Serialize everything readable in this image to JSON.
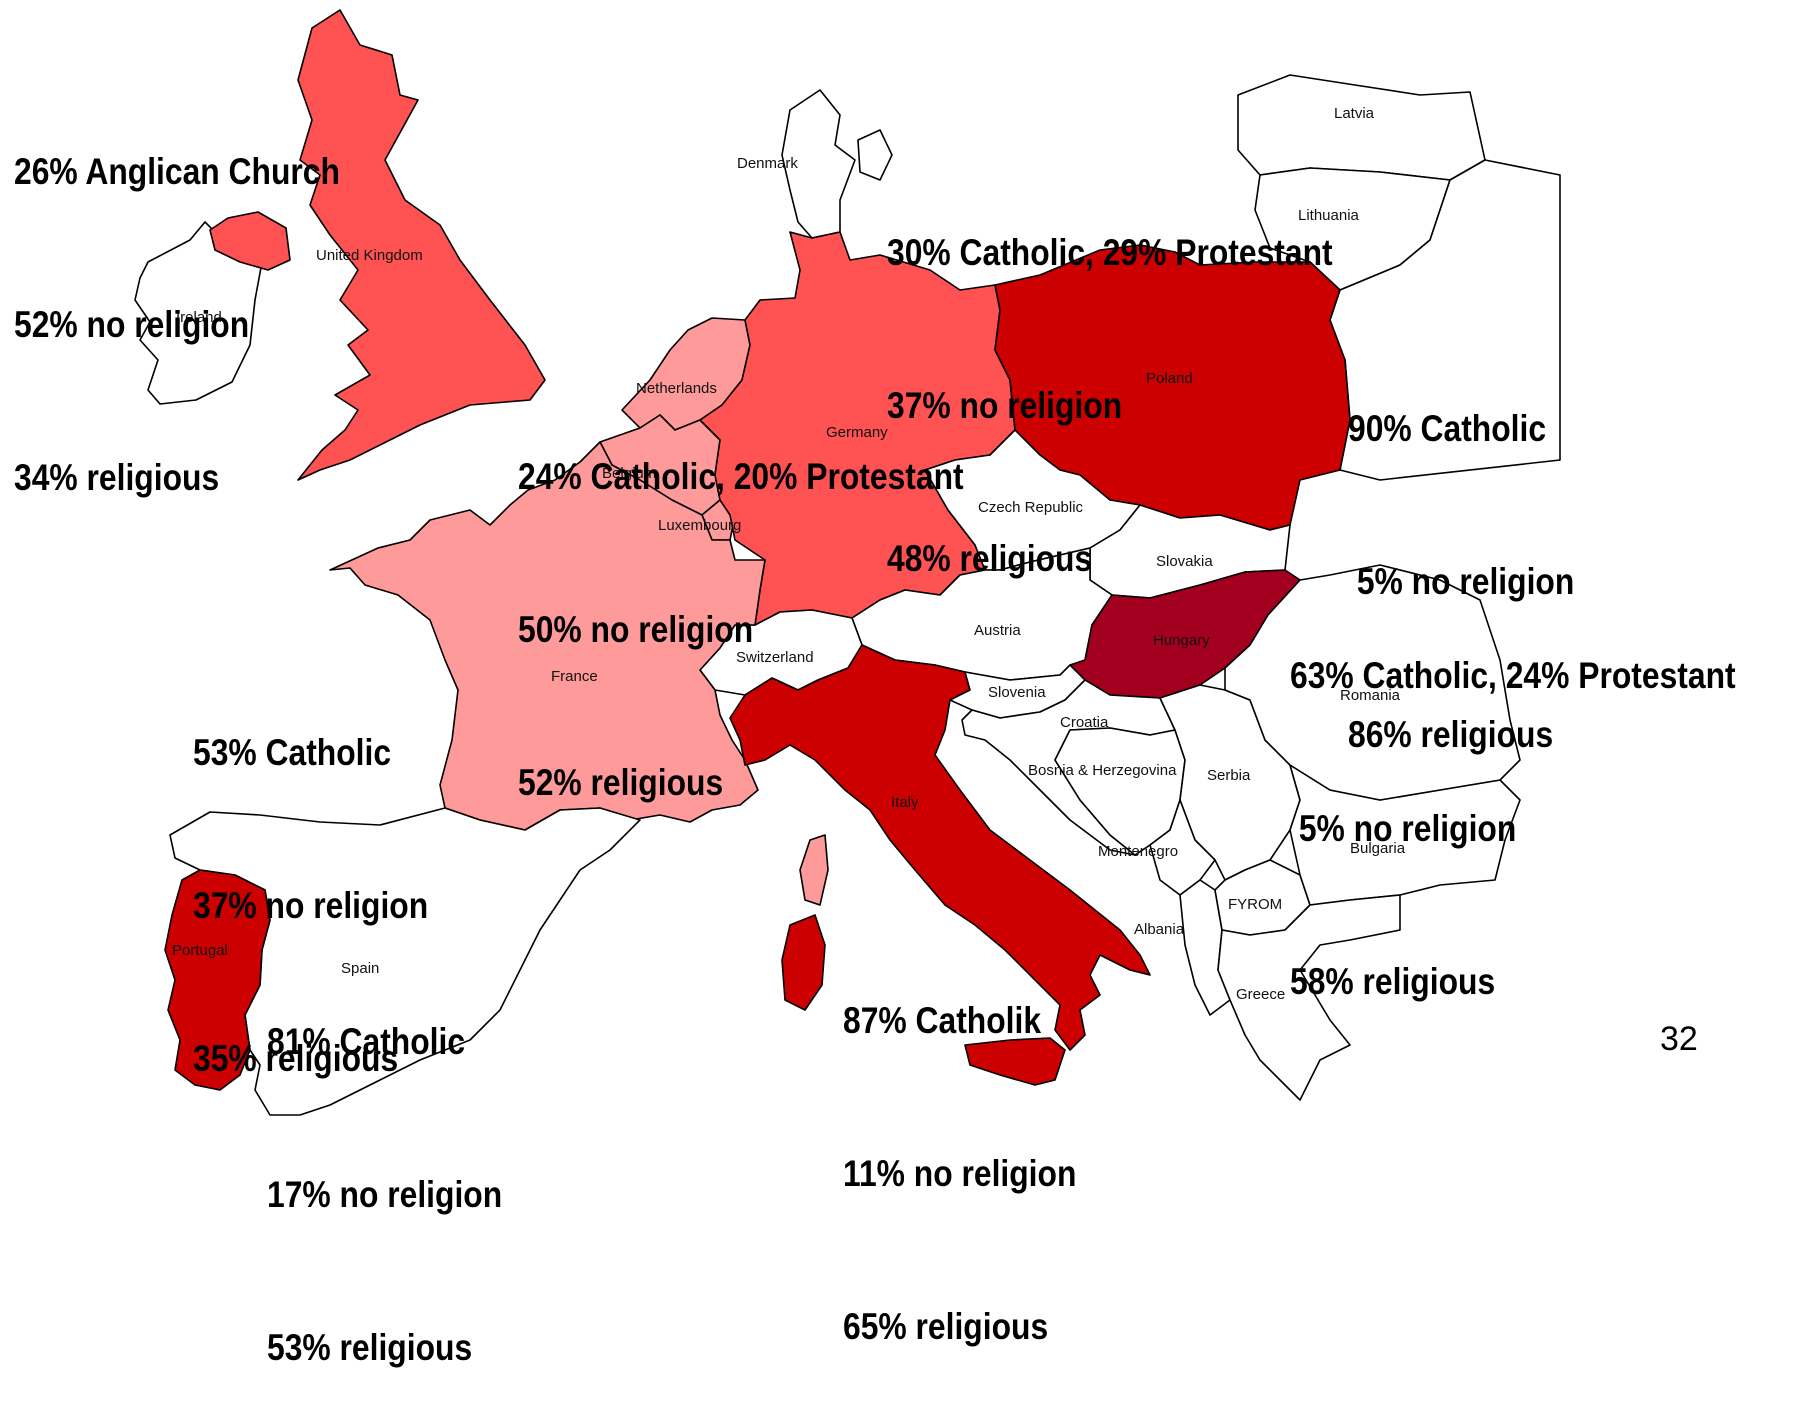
{
  "colors": {
    "none": "#ffffff",
    "light": "#ff9a9a",
    "medium": "#ff5252",
    "strong": "#cc0000",
    "darkest": "#a3001f"
  },
  "country_labels": {
    "ireland": "Ireland",
    "uk": "United Kingdom",
    "denmark": "Denmark",
    "latvia": "Latvia",
    "lithuania": "Lithuania",
    "netherlands": "Netherlands",
    "belgium": "Belgium",
    "luxembourg": "Luxembourg",
    "germany": "Germany",
    "poland": "Poland",
    "czech": "Czech Republic",
    "slovakia": "Slovakia",
    "austria": "Austria",
    "hungary": "Hungary",
    "switzerland": "Switzerland",
    "france": "France",
    "slovenia": "Slovenia",
    "croatia": "Croatia",
    "romania": "Romania",
    "bosnia": "Bosnia & Herzegovina",
    "serbia": "Serbia",
    "italy": "Italy",
    "montenegro": "Montenegro",
    "bulgaria": "Bulgaria",
    "fyrom": "FYROM",
    "albania": "Albania",
    "greece": "Greece",
    "portugal": "Portugal",
    "spain": "Spain"
  },
  "stats": {
    "uk": [
      "26% Anglican Church",
      "52% no religion",
      "34% religious"
    ],
    "east_germany": [
      "30% Catholic, 29% Protestant",
      "37% no religion",
      "48% religious"
    ],
    "west_germany": [
      "24% Catholic, 20% Protestant",
      "50% no religion",
      "52% religious"
    ],
    "poland": [
      "90% Catholic",
      " 5% no religion",
      "86% religious"
    ],
    "hungary": [
      "63% Catholic, 24% Protestant",
      " 5% no religion",
      "58% religious"
    ],
    "france": [
      "53% Catholic",
      "37% no religion",
      "35% religious"
    ],
    "portugal": [
      "81% Catholic",
      "17% no religion",
      "53% religious"
    ],
    "italy": [
      "87% Catholik",
      "11% no religion",
      "65% religious"
    ]
  },
  "page_number": "32"
}
